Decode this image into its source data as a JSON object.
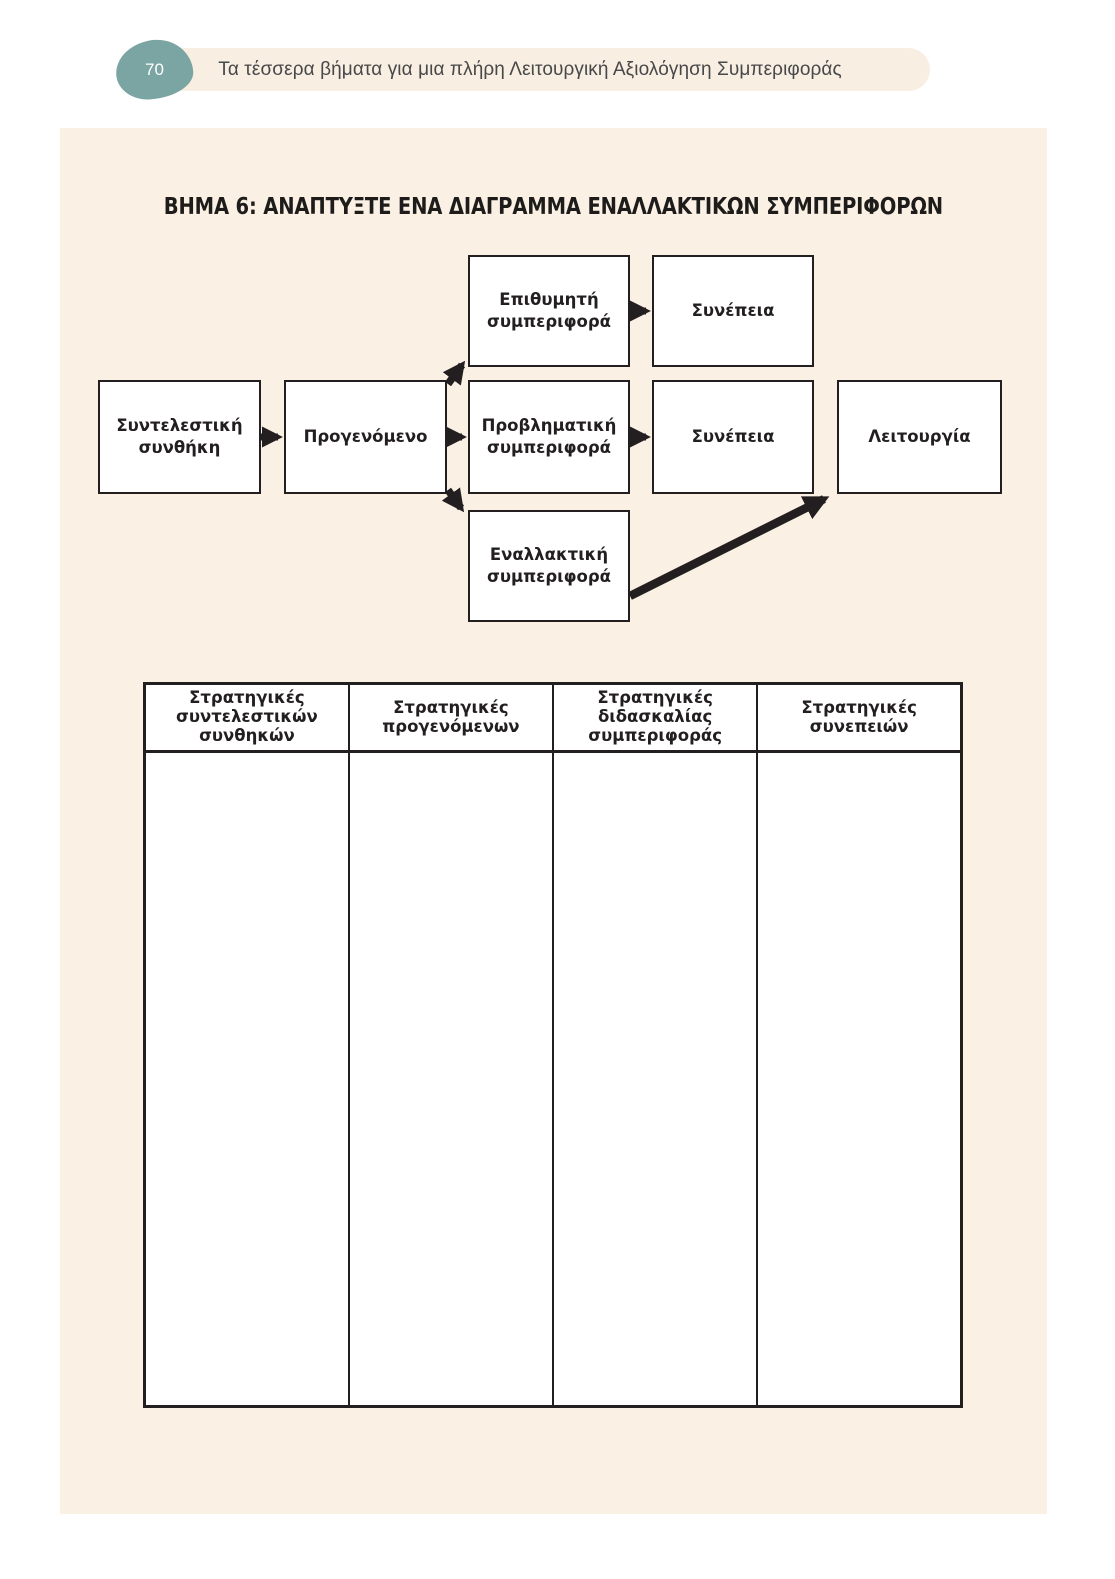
{
  "page": {
    "number": "70",
    "band_title": "Τα τέσσερα βήματα για μια πλήρη Λειτουργική Αξιολόγηση Συμπεριφοράς"
  },
  "section": {
    "heading": "ΒΗΜΑ 6: ΑΝΑΠΤΥΞΤΕ ΕΝΑ ΔΙΑΓΡΑΜΜΑ ΕΝΑΛΛΑΚΤΙΚΩΝ ΣΥΜΠΕΡΙΦΟΡΩΝ"
  },
  "diagram": {
    "boxes": {
      "setting_event": "Συντελεστική συνθήκη",
      "antecedent": "Προγενόμενο",
      "desired_behavior": "Επιθυμητή συμπεριφορά",
      "consequence_desired": "Συνέπεια",
      "problem_behavior": "Προβληματική συμπεριφορά",
      "consequence_problem": "Συνέπεια",
      "alternative_behavior": "Εναλλακτική συμπεριφορά",
      "function": "Λειτουργία"
    }
  },
  "table": {
    "headers": [
      "Στρατηγικές συντελεστικών συνθηκών",
      "Στρατηγικές προγενόμενων",
      "Στρατηγικές διδασκαλίας συμπεριφοράς",
      "Στρατηγικές συνεπειών"
    ]
  },
  "colors": {
    "badge_teal": "#7aa5a2",
    "band_cream": "#f8eee1",
    "panel_cream": "#faf0e4",
    "ink": "#231f20"
  }
}
